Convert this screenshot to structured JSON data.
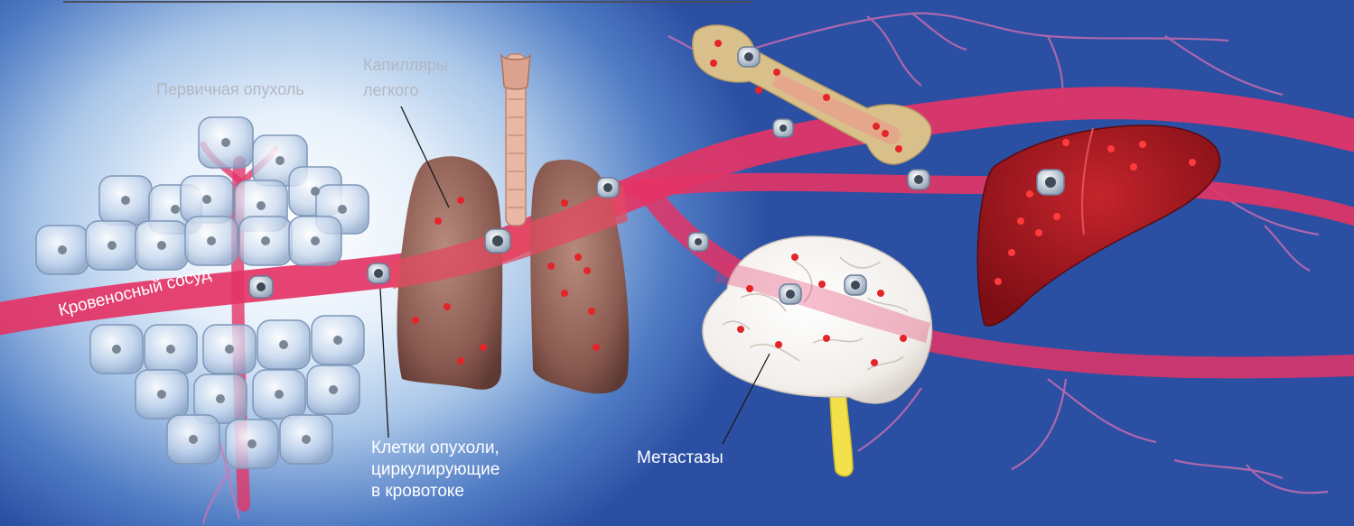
{
  "labels": {
    "primary_tumor": "Первичная опухоль",
    "lung_capillaries_line1": "Капилляры",
    "lung_capillaries_line2": "легкого",
    "blood_vessel": "Кровеносный сосуд",
    "ctc_line1": "Клетки опухоли,",
    "ctc_line2": "циркулирующие",
    "ctc_line3": "в кровотоке",
    "metastases": "Метастазы"
  },
  "colors": {
    "vessel": "#e43466",
    "label_gray": "#b3b8c2",
    "label_white": "#ffffff",
    "background_blue": "#2b4fa3"
  }
}
